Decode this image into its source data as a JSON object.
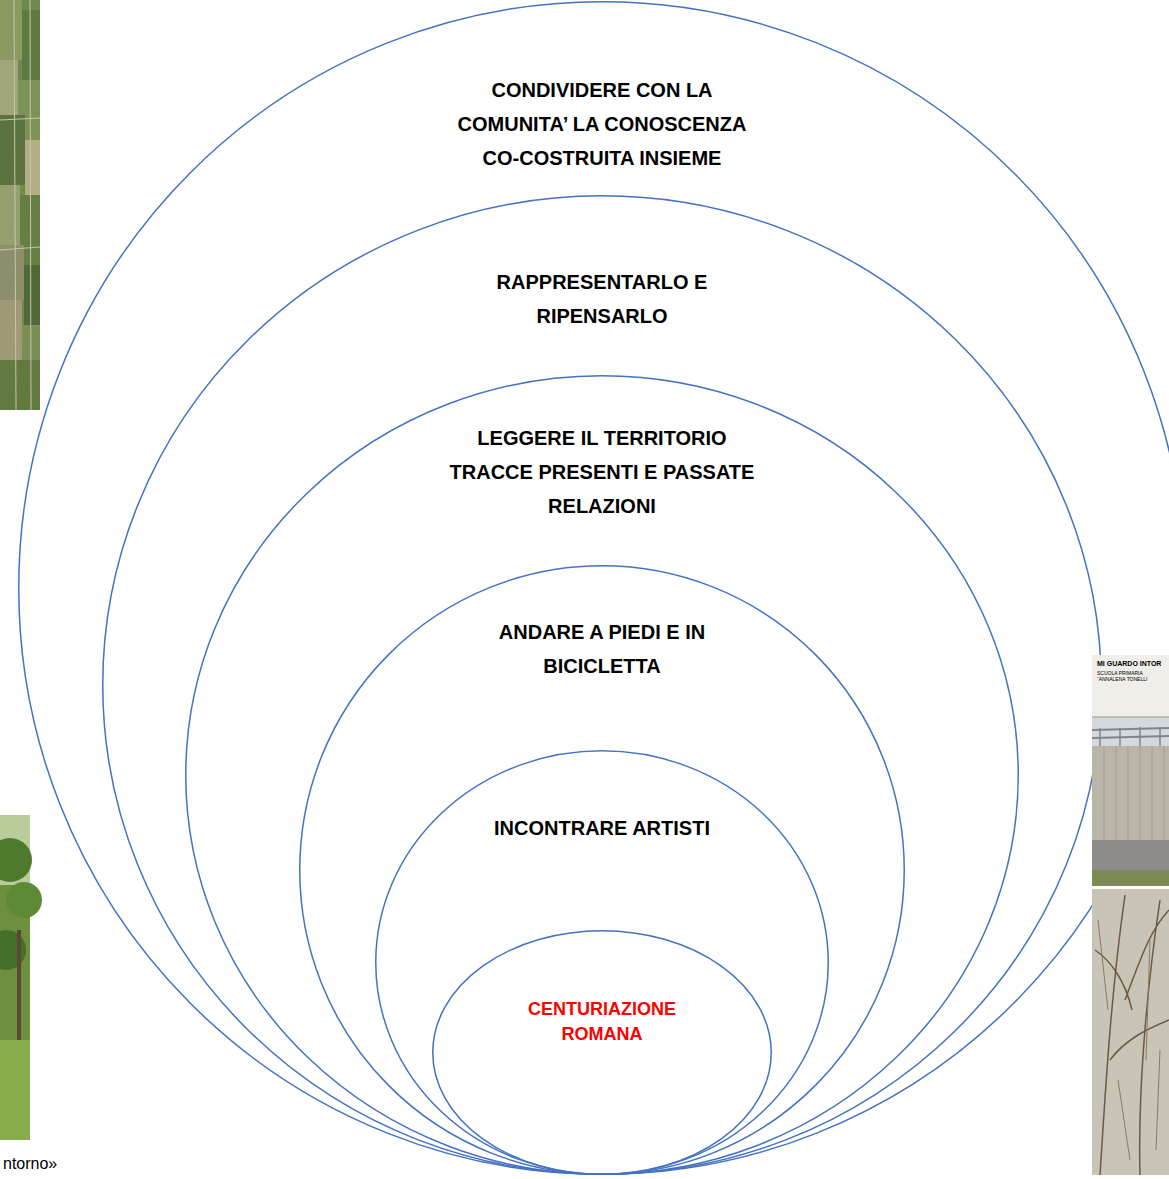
{
  "diagram": {
    "nodes": [
      {
        "text": [
          "CONDIVIDERE CON LA COMUNITA’ LA CONOSCENZA CO-COSTRUITA INSIEME"
        ]
      },
      {
        "text": [
          "RAPPRESENTARLO E RIPENSARLO"
        ],
        "in": 0
      },
      {
        "text": [
          "LEGGERE IL TERRITORIO TRACCE PRESENTI E PASSATE RELAZIONI"
        ],
        "in": 1
      },
      {
        "text": [
          "ANDARE A PIEDI E IN BICICLETTA"
        ],
        "in": 2
      },
      {
        "text": [
          "INCONTRARE ARTISTI"
        ],
        "in": 3
      },
      {
        "text": [
          "CENTURIAZIONE ROMANA"
        ],
        "in": 4
      }
    ],
    "labels": [
      "MI GUARDO INTOR",
      "SCUOLA PRIMARIA “ANNALENA TONELLI",
      "ntorno»"
    ]
  }
}
